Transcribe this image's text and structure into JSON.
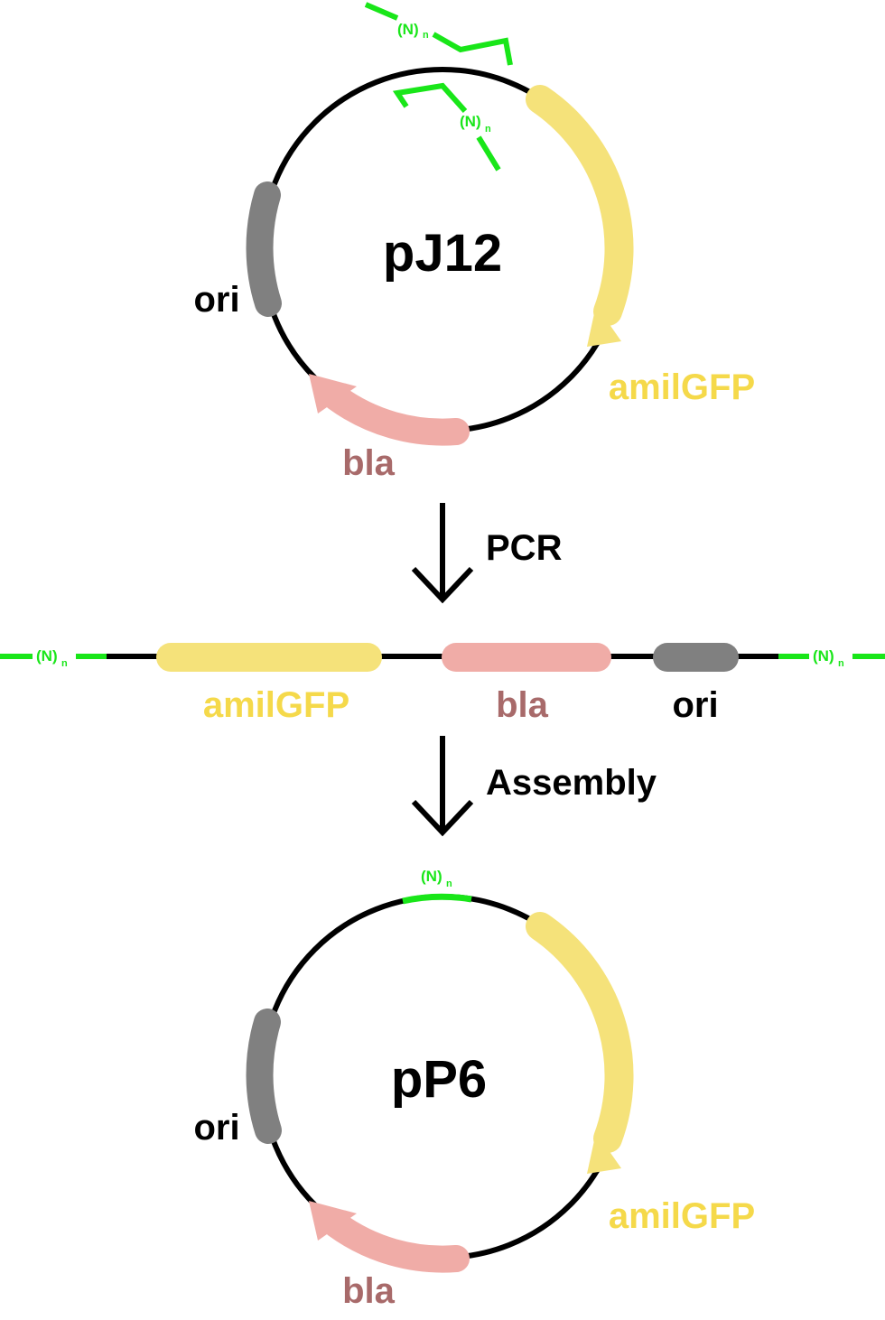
{
  "colors": {
    "backbone": "#000000",
    "amilgfp": "#f5e27a",
    "amilgfp_text": "#f5d94a",
    "bla": "#f0aca7",
    "bla_text": "#a86a6a",
    "ori": "#808080",
    "homology": "#19e619"
  },
  "top_plasmid": {
    "name": "pJ12",
    "labels": {
      "ori": "ori",
      "amilgfp": "amilGFP",
      "bla": "bla"
    },
    "primer_label": "(N)",
    "primer_sub": "n"
  },
  "step1": {
    "label": "PCR"
  },
  "linear_product": {
    "labels": {
      "amilgfp": "amilGFP",
      "bla": "bla",
      "ori": "ori"
    },
    "overhang_label": "(N)",
    "overhang_sub": "n"
  },
  "step2": {
    "label": "Assembly"
  },
  "bottom_plasmid": {
    "name": "pP6",
    "labels": {
      "ori": "ori",
      "amilgfp": "amilGFP",
      "bla": "bla"
    },
    "junction_label": "(N)",
    "junction_sub": "n"
  }
}
